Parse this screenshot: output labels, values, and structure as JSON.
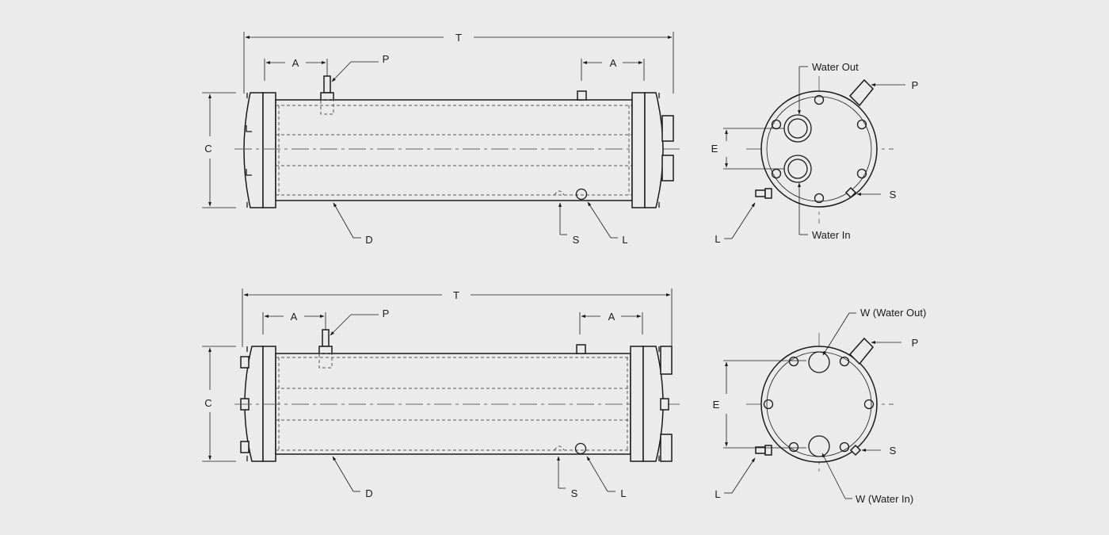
{
  "views": [
    {
      "side": {
        "T": "T",
        "A_left": "A",
        "A_right": "A",
        "P": "P",
        "C": "C",
        "D": "D",
        "S": "S",
        "L": "L"
      },
      "end": {
        "water_out": "Water Out",
        "water_in": "Water In",
        "P": "P",
        "E": "E",
        "S": "S",
        "L": "L"
      }
    },
    {
      "side": {
        "T": "T",
        "A_left": "A",
        "A_right": "A",
        "P": "P",
        "C": "C",
        "D": "D",
        "S": "S",
        "L": "L"
      },
      "end": {
        "water_out": "W (Water Out)",
        "water_in": "W (Water In)",
        "P": "P",
        "E": "E",
        "S": "S",
        "L": "L"
      }
    }
  ]
}
